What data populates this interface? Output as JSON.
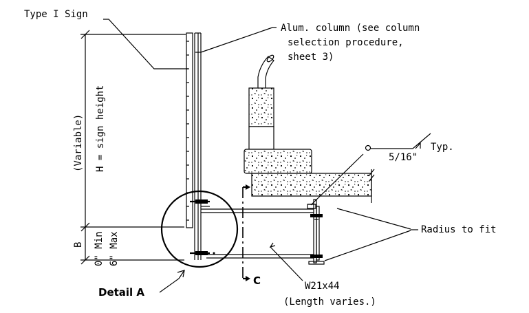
{
  "labels": {
    "type_i_sign": "Type I Sign",
    "alum_line1": "Alum. column (see column",
    "alum_line2": "selection procedure,",
    "alum_line3": "sheet 3)",
    "variable": "(Variable)",
    "sign_height": "H = sign height",
    "b": "B",
    "min": "0\" Min",
    "max": "6\" Max",
    "weld_size": "5/16\"",
    "typ": "Typ.",
    "radius": "Radius to fit",
    "section_mark": "C",
    "detail": "Detail A",
    "beam": "W21x44",
    "length": "(Length varies.)"
  }
}
